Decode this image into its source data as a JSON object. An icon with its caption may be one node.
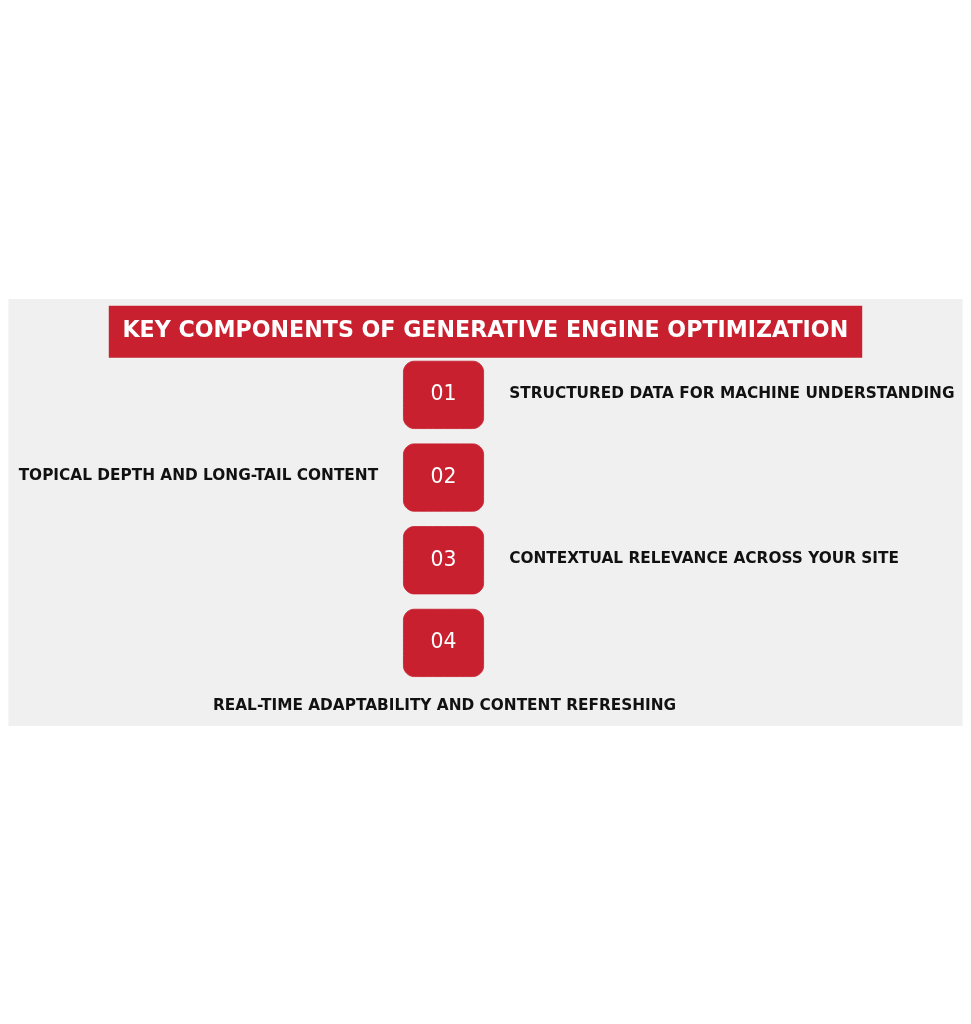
{
  "diagram": {
    "title": "KEY COMPONENTS OF GENERATIVE ENGINE OPTIMIZATION",
    "nodes": [
      {
        "text": [
          "01"
        ],
        "beside": [
          "STRUCTURED DATA FOR MACHINE UNDERSTANDING"
        ]
      },
      {
        "text": [
          "02"
        ],
        "beside": [
          "TOPICAL DEPTH AND LONG-TAIL CONTENT"
        ]
      },
      {
        "text": [
          "03"
        ],
        "beside": [
          "CONTEXTUAL RELEVANCE ACROSS YOUR SITE"
        ]
      },
      {
        "text": [
          "04"
        ],
        "beside": [
          "REAL-TIME ADAPTABILITY AND CONTENT REFRESHING"
        ]
      }
    ],
    "edges": []
  }
}
